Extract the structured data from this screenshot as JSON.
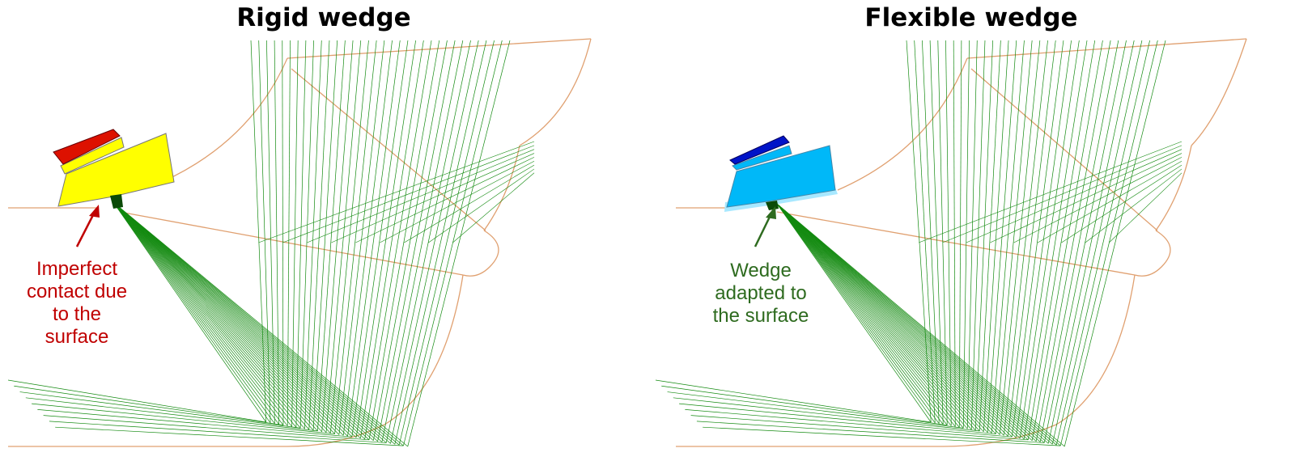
{
  "panels": [
    {
      "title": "Rigid wedge",
      "wedge_color": "#ffff00",
      "element_color": "#dd1100",
      "annotation": [
        "Imperfect",
        "contact due",
        "to the",
        "surface"
      ],
      "annotation_color": "#c00000"
    },
    {
      "title": "Flexible wedge",
      "wedge_color": "#00b8f8",
      "element_color": "#0014c8",
      "annotation": [
        "Wedge",
        "adapted to",
        "the surface"
      ],
      "annotation_color": "#2e6b1f"
    }
  ],
  "colors": {
    "beam": "#138a10",
    "outline": "#e0a070"
  }
}
